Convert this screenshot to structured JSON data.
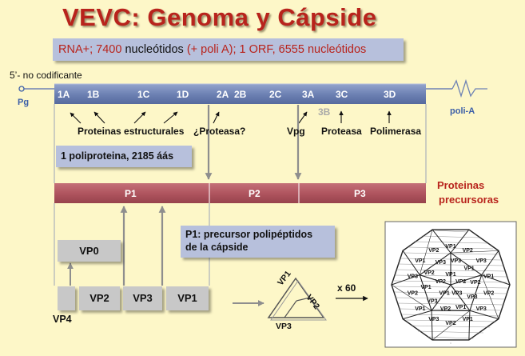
{
  "title": "VEVC: Genoma y Cápside",
  "subtitle": {
    "part1": "RNA+; 7400 ",
    "part2": "nucleótidos",
    "part3": " (+ poli A); 1 ORF, 6555 nucleótidos"
  },
  "noncoding_label": "5’- no codificante",
  "pg_label": "Pg",
  "polyA_label": "poli-A",
  "genes": [
    "1A",
    "1B",
    "1C",
    "1D",
    "2A",
    "2B",
    "2C",
    "3A",
    "3C",
    "3D"
  ],
  "gene_3b": "3B",
  "protein_labels": {
    "structural": "Proteinas estructurales",
    "protease_q": "¿Proteasa?",
    "vpg": "Vpg",
    "protease": "Proteasa",
    "polymerase": "Polimerasa"
  },
  "polyprotein_label": "1 poliproteina, 2185 áás",
  "precursors": [
    "P1",
    "P2",
    "P3"
  ],
  "precursor_label_1": "Proteinas",
  "precursor_label_2": "precursoras",
  "p1_desc_1": "P1: precursor polipéptidos",
  "p1_desc_2": "de la cápside",
  "vp0_label": "VP0",
  "vp_labels": [
    "VP2",
    "VP3",
    "VP1"
  ],
  "vp4_label": "VP4",
  "triangle_labels": [
    "VP1",
    "VP2",
    "VP3"
  ],
  "times_label": "x 60",
  "capsid_face_labels": [
    "VP1",
    "VP2",
    "VP3"
  ],
  "colors": {
    "background": "#FDF7C8",
    "title_red": "#B8231C",
    "genome_bar": "#6E82B4",
    "precursor_bar": "#B0555F",
    "label_blue": "#3C5FA8"
  }
}
